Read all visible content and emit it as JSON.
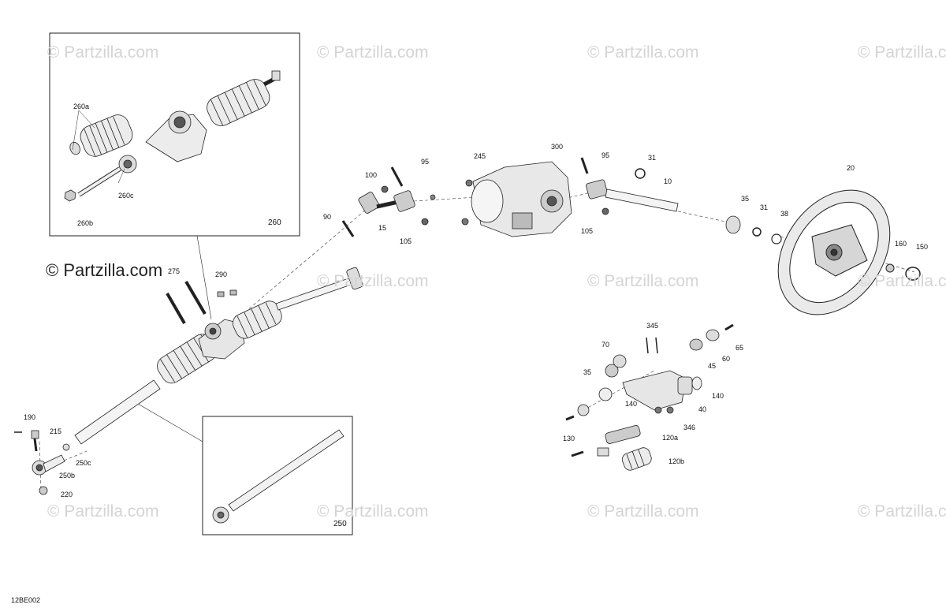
{
  "watermark": "© Partzilla.com",
  "brand": "© Partzilla.com",
  "diagram_code": "12BE002",
  "inset_boxes": {
    "box_260": "260",
    "box_250": "250"
  },
  "callouts": {
    "c260a": "260a",
    "c260b": "260b",
    "c260c": "260c",
    "c275": "275",
    "c290": "290",
    "c90": "90",
    "c100": "100",
    "c95a": "95",
    "c15": "15",
    "c105a": "105",
    "c245": "245",
    "c300": "300",
    "c95b": "95",
    "c105b": "105",
    "c31a": "31",
    "c10": "10",
    "c35a": "35",
    "c31b": "31",
    "c38": "38",
    "c20": "20",
    "c160": "160",
    "c150": "150",
    "c190": "190",
    "c215": "215",
    "c250c": "250c",
    "c250b": "250b",
    "c220": "220",
    "c345": "345",
    "c70": "70",
    "c35b": "35",
    "c65": "65",
    "c60": "60",
    "c45": "45",
    "c140a": "140",
    "c140b": "140",
    "c40": "40",
    "c346": "346",
    "c120a": "120a",
    "c130": "130",
    "c120b": "120b"
  },
  "colors": {
    "line": "#222222",
    "watermark": "#d4d4d4",
    "part_fill": "#ececec",
    "dark_fill": "#555555"
  }
}
